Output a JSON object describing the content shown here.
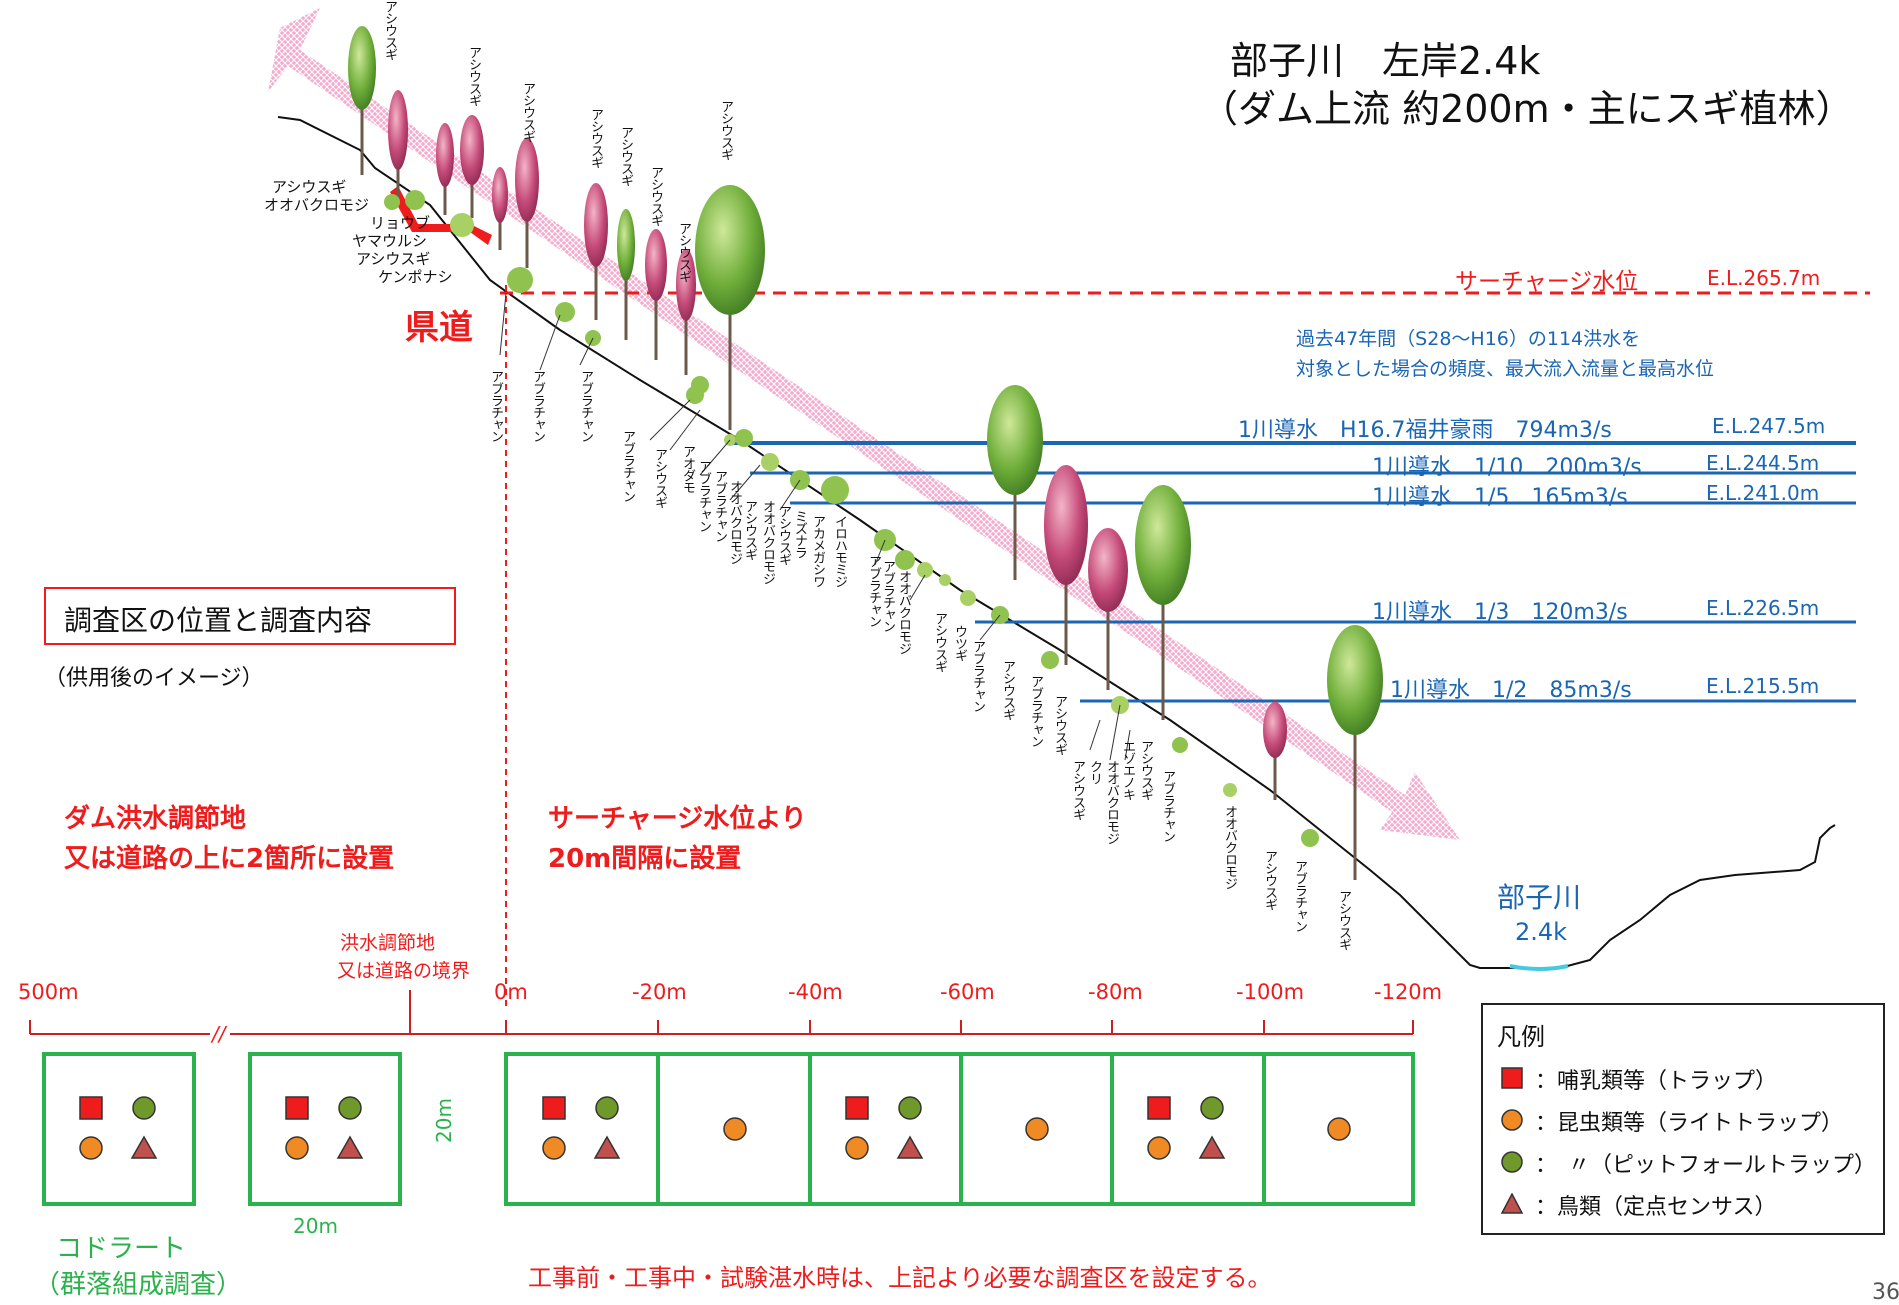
{
  "site": {
    "title_line1": "部子川　左岸2.4k",
    "title_line2": "（ダム上流 約200m・主にスギ植林）"
  },
  "road_label": "県道",
  "surcharge": {
    "label": "サーチャージ水位",
    "elevation": "E.L.265.7m"
  },
  "history_note": {
    "line1": "過去47年間（S28～H16）の114洪水を",
    "line2": "対象とした場合の頻度、最大流入流量と最高水位"
  },
  "water_levels": [
    {
      "label": "1川導水　H16.7福井豪雨　794m3/s",
      "elevation": "E.L.247.5m"
    },
    {
      "label": "1川導水　1/10　200m3/s",
      "elevation": "E.L.244.5m"
    },
    {
      "label": "1川導水　1/5　165m3/s",
      "elevation": "E.L.241.0m"
    },
    {
      "label": "1川導水　1/3　120m3/s",
      "elevation": "E.L.226.5m"
    },
    {
      "label": "1川導水　1/2　85m3/s",
      "elevation": "E.L.215.5m"
    }
  ],
  "survey_box": {
    "title": "調査区の位置と調査内容",
    "subtitle": "（供用後のイメージ）"
  },
  "red_notes": {
    "left_line1": "ダム洪水調節地",
    "left_line2": "又は道路の上に2箇所に設置",
    "mid_line1": "サーチャージ水位より",
    "mid_line2": "20m間隔に設置"
  },
  "river": {
    "name": "部子川",
    "km": "2.4k"
  },
  "boundary_note": {
    "line1": "洪水調節地",
    "line2": "又は道路の境界"
  },
  "scale_labels": [
    "500m",
    "0m",
    "-20m",
    "-40m",
    "-60m",
    "-80m",
    "-100m",
    "-120m"
  ],
  "break_mark": "//",
  "plot_size_v": "20m",
  "plot_size_h": "20m",
  "quadrat": {
    "line1": "コドラート",
    "line2": "（群落組成調査）"
  },
  "footer_note": "工事前・工事中・試験湛水時は、上記より必要な調査区を設定する。",
  "page_number": "36",
  "legend": {
    "title": "凡例",
    "items": [
      {
        "icon": "red-square",
        "color": "#ee1c1c",
        "text": "：哺乳類等（トラップ）"
      },
      {
        "icon": "orange-circle",
        "color": "#f08a24",
        "text": "：昆虫類等（ライトトラップ）"
      },
      {
        "icon": "green-circle",
        "color": "#6f9a2b",
        "text": "：　〃（ピットフォールトラップ）"
      },
      {
        "icon": "brown-triangle",
        "color": "#c0504d",
        "text": "：鳥類（定点センサス）"
      }
    ]
  },
  "top_tree_labels": [
    "アシウスギ",
    "アシウスギ",
    "アシウスギ",
    "アシウスギ",
    "アシウスギ",
    "アシウスギ",
    "アシウスギ",
    "アシウスギ"
  ],
  "left_cluster_labels": [
    "アシウスギ",
    "オオバクロモジ",
    "リョウブ",
    "ヤマウルシ",
    "アシウスギ",
    "ケンポナシ"
  ],
  "bottom_tree_labels": [
    "アブラチャン",
    "アブラチャン",
    "アブラチャン",
    "アブラチャン",
    "アシウスギ",
    "アオダモ",
    "アブラチャン",
    "アブラチャン",
    "オオバクロモジ",
    "アシウスギ",
    "オオバクロモジ",
    "アシウスギ",
    "ミズナラ",
    "アカメガシワ",
    "イロハモミジ",
    "アブラチャン",
    "アブラチャン",
    "オオバクロモジ",
    "アシウスギ",
    "ウツギ",
    "アブラチャン",
    "アシウスギ",
    "アブラチャン",
    "アシウスギ",
    "アシウスギ",
    "クリ",
    "オオバクロモジ",
    "エゾエノキ",
    "アシウスギ",
    "アブラチャン",
    "オオバクロモジ",
    "アシウスギ",
    "アブラチャン",
    "アシウスギ"
  ]
}
